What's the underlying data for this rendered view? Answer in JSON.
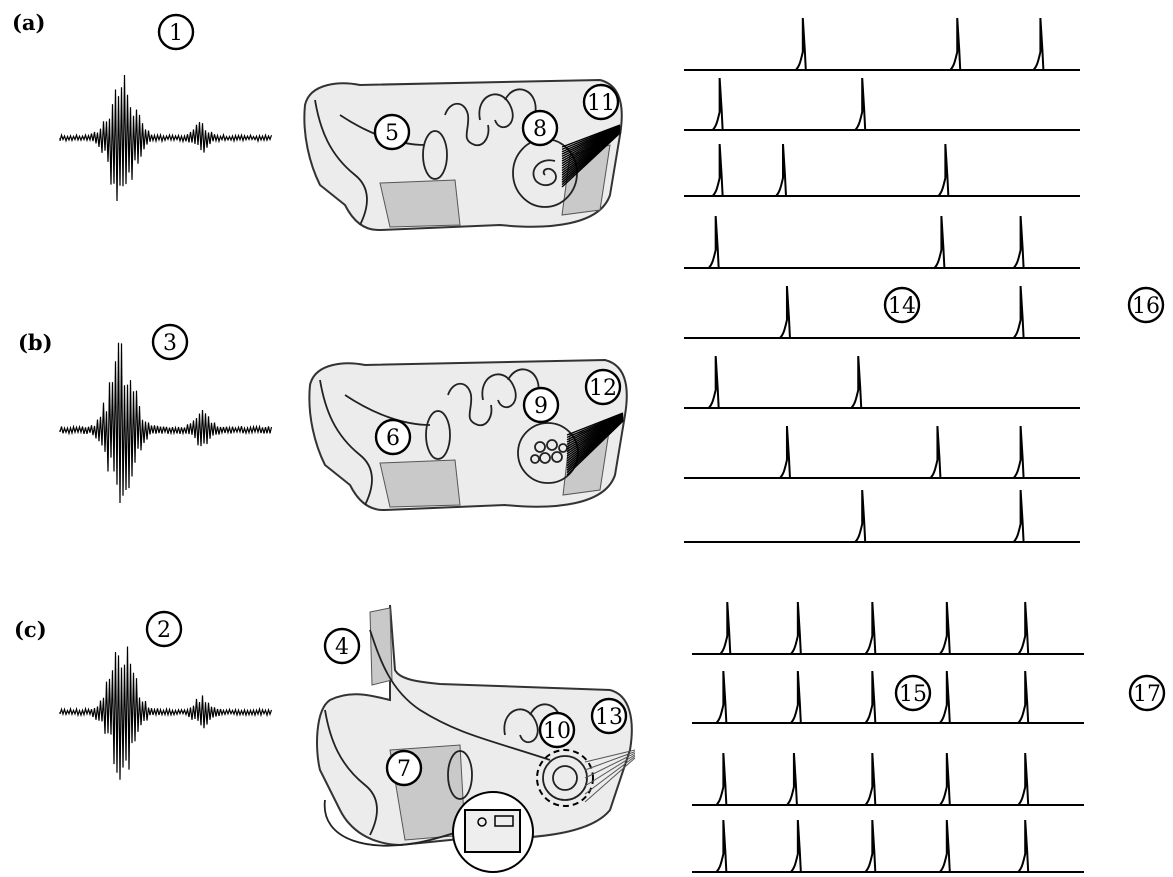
{
  "figure": {
    "panels": [
      {
        "label": "(a)",
        "waveform_marker": "1",
        "ear_markers": [
          "5",
          "8",
          "11"
        ],
        "nerve_style": "normal-cochlea"
      },
      {
        "label": "(b)",
        "waveform_marker": "3",
        "ear_markers": [
          "6",
          "9",
          "12"
        ],
        "nerve_style": "damaged-cochlea"
      },
      {
        "label": "(c)",
        "waveform_marker": "2",
        "ear_markers": [
          "4",
          "7",
          "10",
          "13"
        ],
        "nerve_style": "cochlear-implant"
      }
    ],
    "spike_markers": {
      "upper_group_center": "14",
      "upper_group_side": "16",
      "lower_group_center": "15",
      "lower_group_side": "17"
    },
    "spike_trains": {
      "duration": 100,
      "upper_group": [
        [
          30,
          69,
          90
        ],
        [
          9,
          45
        ],
        [
          9,
          25,
          66
        ],
        [
          8,
          65,
          85
        ],
        [
          26,
          85
        ],
        [
          8,
          44
        ],
        [
          26,
          64,
          85
        ],
        [
          45,
          85
        ]
      ],
      "lower_group": [
        [
          9,
          27,
          46,
          65,
          85
        ],
        [
          8,
          27,
          46,
          65,
          85
        ],
        [
          8,
          26,
          46,
          65,
          85
        ],
        [
          8,
          27,
          46,
          65,
          85
        ]
      ]
    },
    "colors": {
      "ink": "#000000",
      "ear_fill": "#ececec",
      "ear_shade": "#c9c9c9"
    }
  }
}
